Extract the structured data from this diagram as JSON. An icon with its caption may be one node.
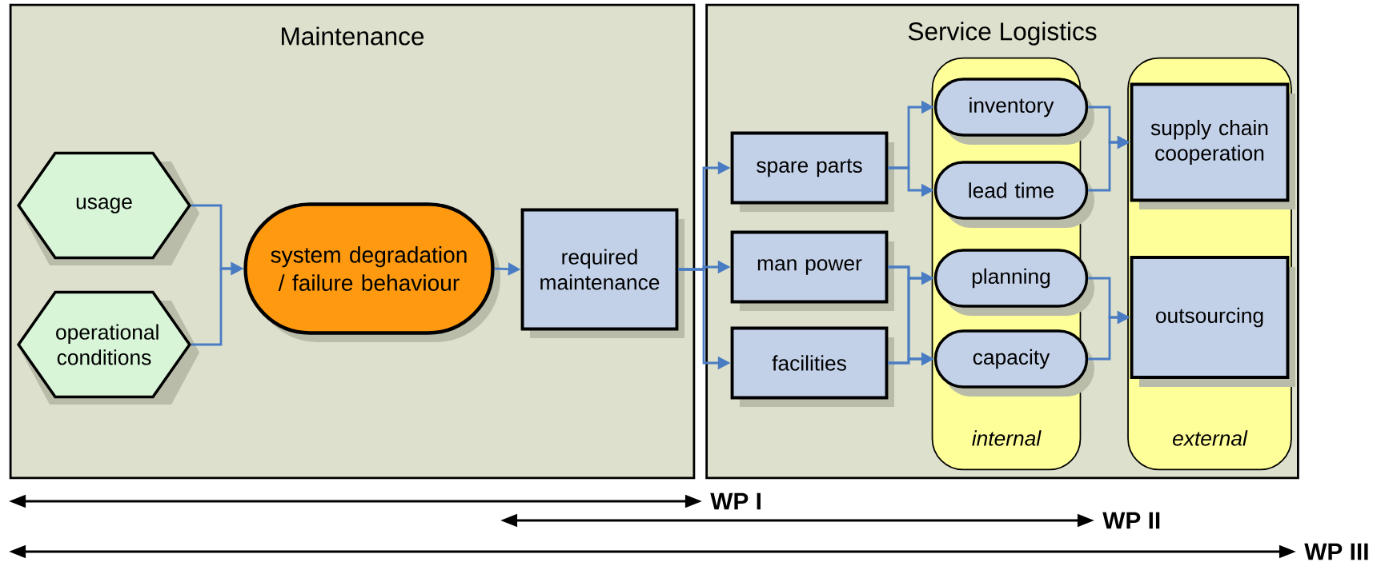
{
  "diagram": {
    "nodes": [
      {
        "text": [
          "Maintenance"
        ]
      },
      {
        "text": [
          "Service Logistics"
        ]
      },
      {
        "text": [
          "usage"
        ],
        "in": 0
      },
      {
        "text": [
          "operational conditions"
        ],
        "in": 0
      },
      {
        "text": [
          "system degradation / failure behaviour"
        ],
        "in": 0
      },
      {
        "text": [
          "required maintenance"
        ],
        "in": 0
      },
      {
        "text": [
          "spare parts"
        ],
        "in": 1
      },
      {
        "text": [
          "man power"
        ],
        "in": 1
      },
      {
        "text": [
          "facilities"
        ],
        "in": 1
      },
      {
        "text": [
          "internal"
        ],
        "in": 1
      },
      {
        "text": [
          "inventory"
        ],
        "in": 9
      },
      {
        "text": [
          "lead time"
        ],
        "in": 9
      },
      {
        "text": [
          "planning"
        ],
        "in": 9
      },
      {
        "text": [
          "capacity"
        ],
        "in": 9
      },
      {
        "text": [
          "external"
        ],
        "in": 1
      },
      {
        "text": [
          "supply chain cooperation"
        ],
        "in": 14
      },
      {
        "text": [
          "outsourcing"
        ],
        "in": 14
      }
    ],
    "edges": [
      {
        "from": 2,
        "to": 4,
        "arrow": "to"
      },
      {
        "from": 3,
        "to": 4,
        "arrow": "to"
      },
      {
        "from": 4,
        "to": 5,
        "arrow": "to"
      },
      {
        "from": 5,
        "to": 6,
        "arrow": "to"
      },
      {
        "from": 5,
        "to": 7,
        "arrow": "to"
      },
      {
        "from": 5,
        "to": 8,
        "arrow": "to"
      },
      {
        "from": 6,
        "to": 10,
        "arrow": "to"
      },
      {
        "from": 6,
        "to": 11,
        "arrow": "to"
      },
      {
        "from": 7,
        "to": 12,
        "arrow": "to"
      },
      {
        "from": 7,
        "to": 13,
        "arrow": "to"
      },
      {
        "from": 8,
        "to": 12,
        "arrow": "to"
      },
      {
        "from": 8,
        "to": 13,
        "arrow": "to"
      },
      {
        "from": 10,
        "to": 15,
        "arrow": "to"
      },
      {
        "from": 11,
        "to": 15,
        "arrow": "to"
      },
      {
        "from": 12,
        "to": 16,
        "arrow": "to"
      },
      {
        "from": 13,
        "to": 16,
        "arrow": "to"
      }
    ],
    "labels": [
      "WP I",
      "WP II",
      "WP III"
    ]
  }
}
